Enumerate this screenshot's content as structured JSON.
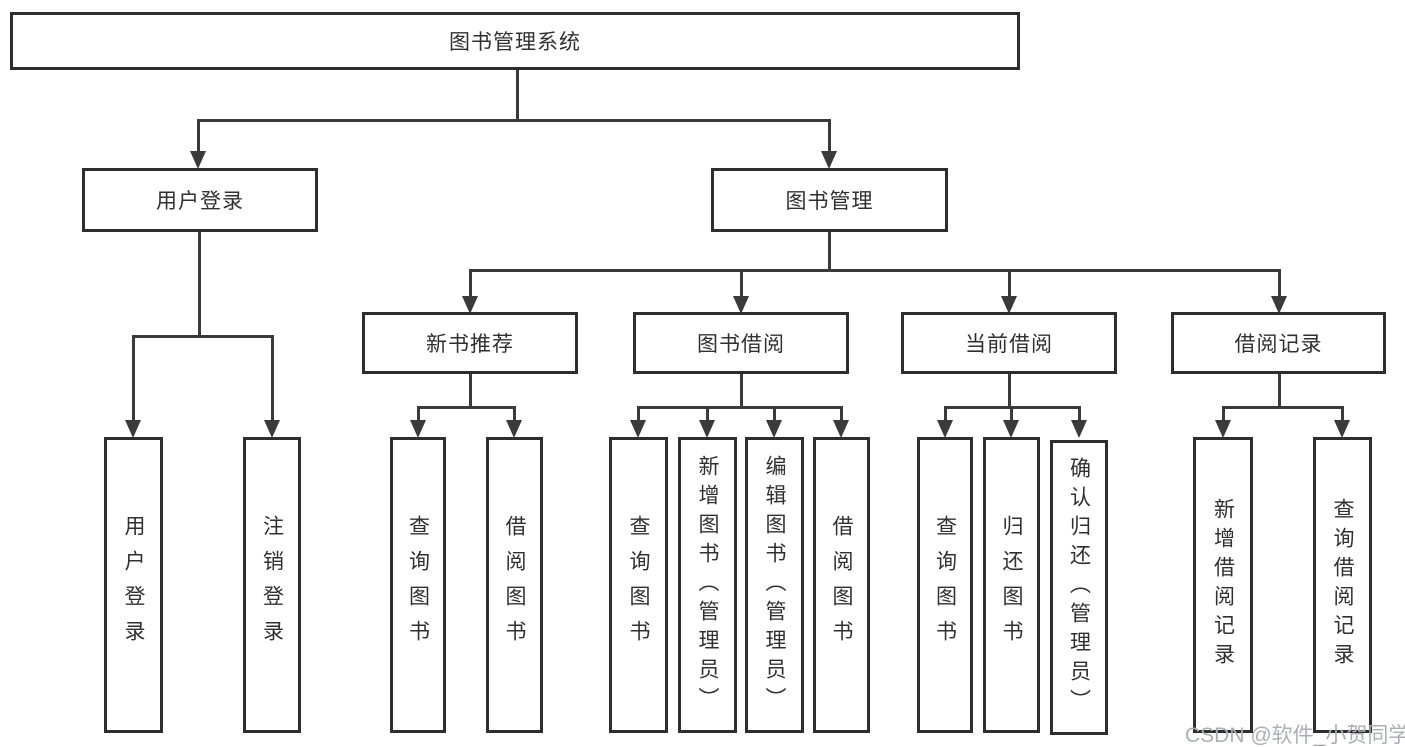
{
  "root": {
    "label": "图书管理系统",
    "children": [
      {
        "label": "用户登录",
        "children": [
          {
            "label": "用户登录"
          },
          {
            "label": "注销登录"
          }
        ]
      },
      {
        "label": "图书管理",
        "children": [
          {
            "label": "新书推荐",
            "children": [
              {
                "label": "查询图书"
              },
              {
                "label": "借阅图书"
              }
            ]
          },
          {
            "label": "图书借阅",
            "children": [
              {
                "label": "查询图书"
              },
              {
                "label": "新增图书（管理员）"
              },
              {
                "label": "编辑图书（管理员）"
              },
              {
                "label": "借阅图书"
              }
            ]
          },
          {
            "label": "当前借阅",
            "children": [
              {
                "label": "查询图书"
              },
              {
                "label": "归还图书"
              },
              {
                "label": "确认归还（管理员）"
              }
            ]
          },
          {
            "label": "借阅记录",
            "children": [
              {
                "label": "新增借阅记录"
              },
              {
                "label": "查询借阅记录"
              }
            ]
          }
        ]
      }
    ]
  },
  "watermark": {
    "text": "CSDN @软件_小贺同学"
  },
  "colors": {
    "line": "#3a3a3a",
    "border": "#2e2e2e",
    "text": "#303030",
    "watermark": "#abaeb3",
    "background": "#ffffff"
  }
}
